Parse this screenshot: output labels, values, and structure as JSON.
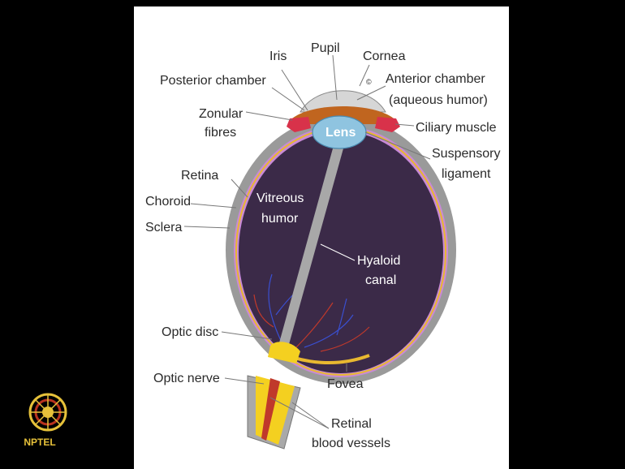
{
  "diagram": {
    "labels": {
      "iris": "Iris",
      "pupil": "Pupil",
      "cornea": "Cornea",
      "posterior_chamber": "Posterior chamber",
      "anterior_chamber_1": "Anterior chamber",
      "anterior_chamber_2": "(aqueous humor)",
      "zonular_1": "Zonular",
      "zonular_2": "fibres",
      "lens": "Lens",
      "ciliary_muscle": "Ciliary muscle",
      "suspensory_1": "Suspensory",
      "suspensory_2": "ligament",
      "retina": "Retina",
      "choroid": "Choroid",
      "sclera": "Sclera",
      "vitreous_1": "Vitreous",
      "vitreous_2": "humor",
      "hyaloid_1": "Hyaloid",
      "hyaloid_2": "canal",
      "optic_disc": "Optic disc",
      "optic_nerve": "Optic nerve",
      "fovea": "Fovea",
      "retinal_vessels_1": "Retinal",
      "retinal_vessels_2": "blood vessels",
      "copyright": "©"
    },
    "colors": {
      "sclera": "#9a9a9a",
      "vitreous": "#3b2a48",
      "choroid": "#c98ad6",
      "retina_line": "#e8b830",
      "lens": "#8fc4e0",
      "iris": "#c0651f",
      "ciliary": "#d8324a",
      "optic_nerve": "#f4d020"
    }
  },
  "logo": {
    "text": "NPTEL"
  }
}
